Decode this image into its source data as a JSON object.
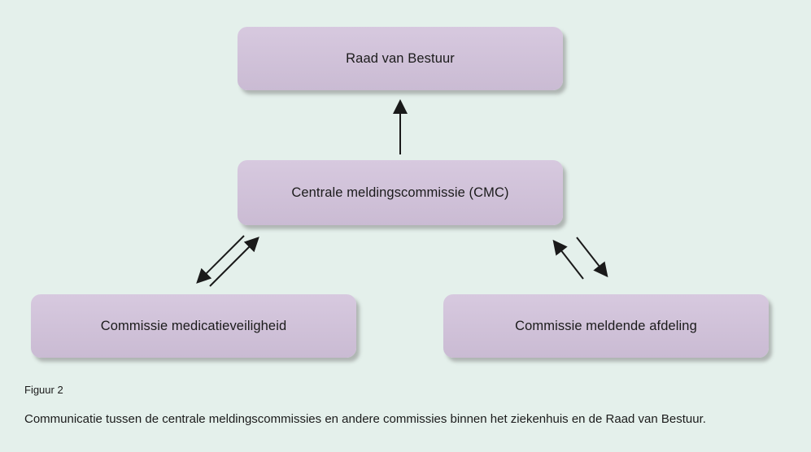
{
  "colors": {
    "bg": "#e4f0eb",
    "box-top": "#d7c9df",
    "box-bottom": "#cabbd3",
    "ink": "#1b1b1b"
  },
  "nodes": {
    "raad": {
      "label": "Raad van Bestuur"
    },
    "cmc": {
      "label": "Centrale meldingscommissie (CMC)"
    },
    "medicatie": {
      "label": "Commissie medicatieveiligheid"
    },
    "meldende": {
      "label": "Commissie meldende afdeling"
    }
  },
  "arrows": [
    {
      "name": "cmc-to-raad",
      "direction": "up"
    },
    {
      "name": "medicatie-to-cmc",
      "direction": "up-right"
    },
    {
      "name": "cmc-to-medicatie",
      "direction": "down-left"
    },
    {
      "name": "cmc-to-meldende",
      "direction": "down-right"
    },
    {
      "name": "meldende-to-cmc",
      "direction": "up-left"
    }
  ],
  "caption": {
    "figure_label": "Figuur 2",
    "text": "Communicatie tussen de centrale meldingscommissies en andere commissies binnen het ziekenhuis en de Raad van Bestuur."
  }
}
